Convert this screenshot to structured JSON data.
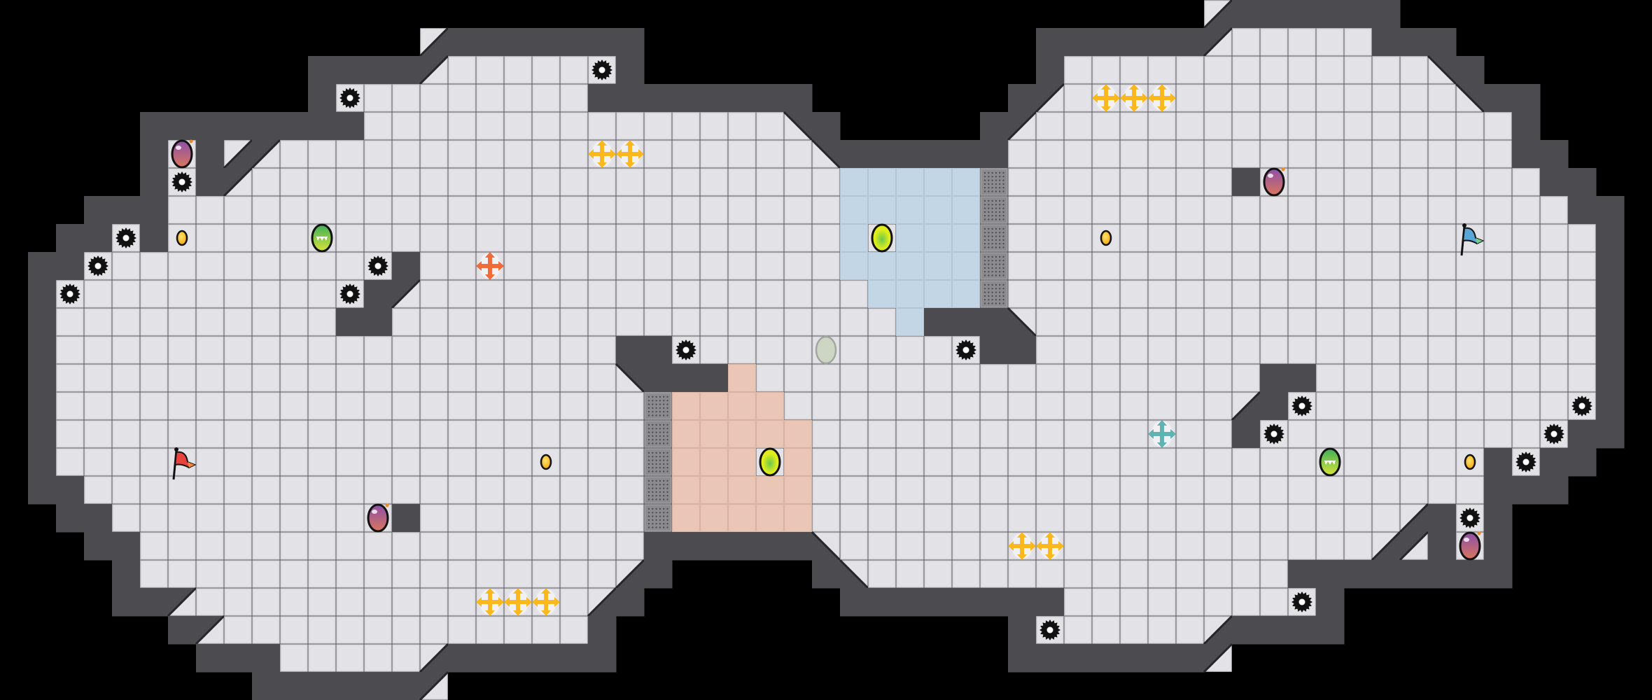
{
  "level": {
    "palette": {
      "void": "#000000",
      "floor": "#e3e3e7",
      "floor_line": "#cfcfd5",
      "wall": "#4b4b50",
      "wall_edge": "#26262a",
      "water": "#c3d6e5",
      "sand": "#eac6b6",
      "grate": "#8c8c90",
      "gear": "#111111",
      "coin": "#f7c21b",
      "cross_yellow": "#f8b81e",
      "cross_orange": "#f06a3a",
      "cross_teal": "#5fb3b3",
      "flag_red": "#e8423f",
      "flag_blue": "#5aa6d6"
    },
    "entity_types": [
      "gear-hazard",
      "bomb",
      "green-monster",
      "coin",
      "yellow-cross",
      "orange-cross",
      "teal-cross",
      "yellow-ball",
      "ghost-orb",
      "red-flag",
      "blue-flag"
    ]
  }
}
